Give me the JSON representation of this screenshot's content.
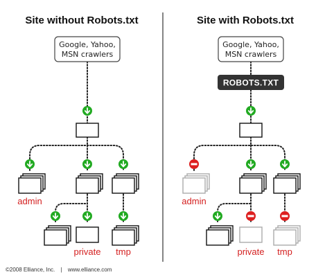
{
  "left_panel": {
    "title": "Site without Robots.txt",
    "crawlers": [
      "Google, Yahoo,",
      "MSN crawlers"
    ],
    "labels": {
      "admin": "admin",
      "private": "private",
      "tmp": "tmp"
    }
  },
  "right_panel": {
    "title": "Site with Robots.txt",
    "crawlers": [
      "Google, Yahoo,",
      "MSN crawlers"
    ],
    "robots_label": "ROBOTS.TXT",
    "labels": {
      "admin": "admin",
      "private": "private",
      "tmp": "tmp"
    }
  },
  "footer": {
    "copyright": "©2008 Elliance, Inc.",
    "separator": "|",
    "url": "www.elliance.com"
  },
  "colors": {
    "allow": "#22aa22",
    "block": "#dd2020",
    "blocked_node": "#aaaaaa",
    "robots_box": "#333333",
    "label": "#d42020"
  },
  "icons": {
    "allow": "green-down-arrow-icon",
    "block": "red-no-entry-icon"
  }
}
